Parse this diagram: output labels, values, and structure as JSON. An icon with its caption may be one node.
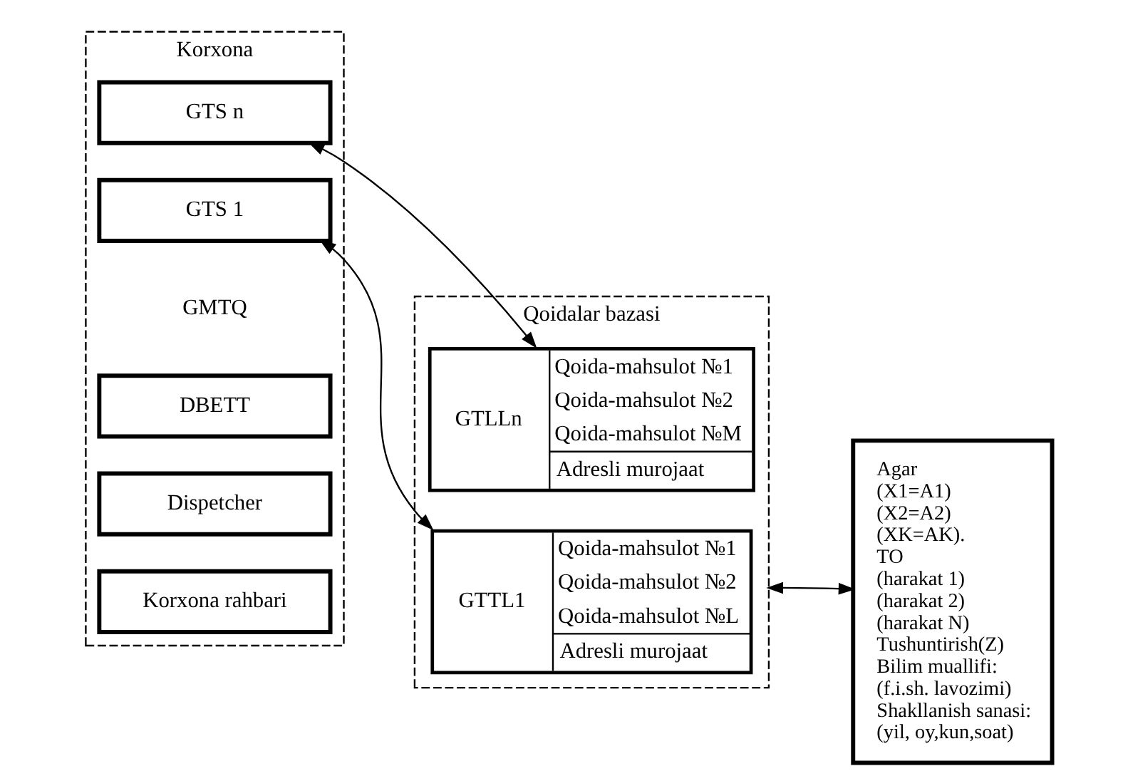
{
  "diagram": {
    "nodes": [
      {
        "text": [
          "Korxona"
        ]
      },
      {
        "text": [
          "Korxona rahbari"
        ],
        "in": 0
      },
      {
        "text": [
          "Dispetcher"
        ],
        "in": 0
      },
      {
        "text": [
          "DBETT"
        ],
        "in": 0
      },
      {
        "text": [
          "GTS 1"
        ],
        "in": 0
      },
      {
        "text": [
          "GTS n"
        ],
        "in": 0
      },
      {
        "text": [
          "Qoidalar bazasi"
        ]
      },
      {
        "text": [
          "GTTL1",
          "Qoida-mahsulot №1",
          "Qoida-mahsulot №2",
          "Qoida-mahsulot №L",
          "Adresli murojaat"
        ],
        "in": 6
      },
      {
        "text": [
          "GTLLn",
          "Qoida-mahsulot №1",
          "Qoida-mahsulot №2",
          "Qoida-mahsulot №M",
          "Adresli murojaat"
        ],
        "in": 6
      },
      {
        "text": [
          "Agar",
          "(X1=A1)",
          "(X2=A2)",
          "(XK=AK).",
          "TO",
          "(harakat 1)",
          "(harakat 2)",
          "(harakat N)",
          "Tushuntirish(Z)",
          "Bilim muallifi:",
          "(f.i.sh. lavozimi)",
          "Shakllanish sanasi:",
          "(yil, oy,kun,soat)"
        ]
      }
    ],
    "edges": [
      {
        "from": 7,
        "to": 4,
        "arrow": "both"
      },
      {
        "from": 8,
        "to": 5,
        "arrow": "both"
      },
      {
        "from": 6,
        "to": 9,
        "arrow": "both"
      }
    ],
    "labels": [
      "GMTQ"
    ]
  }
}
